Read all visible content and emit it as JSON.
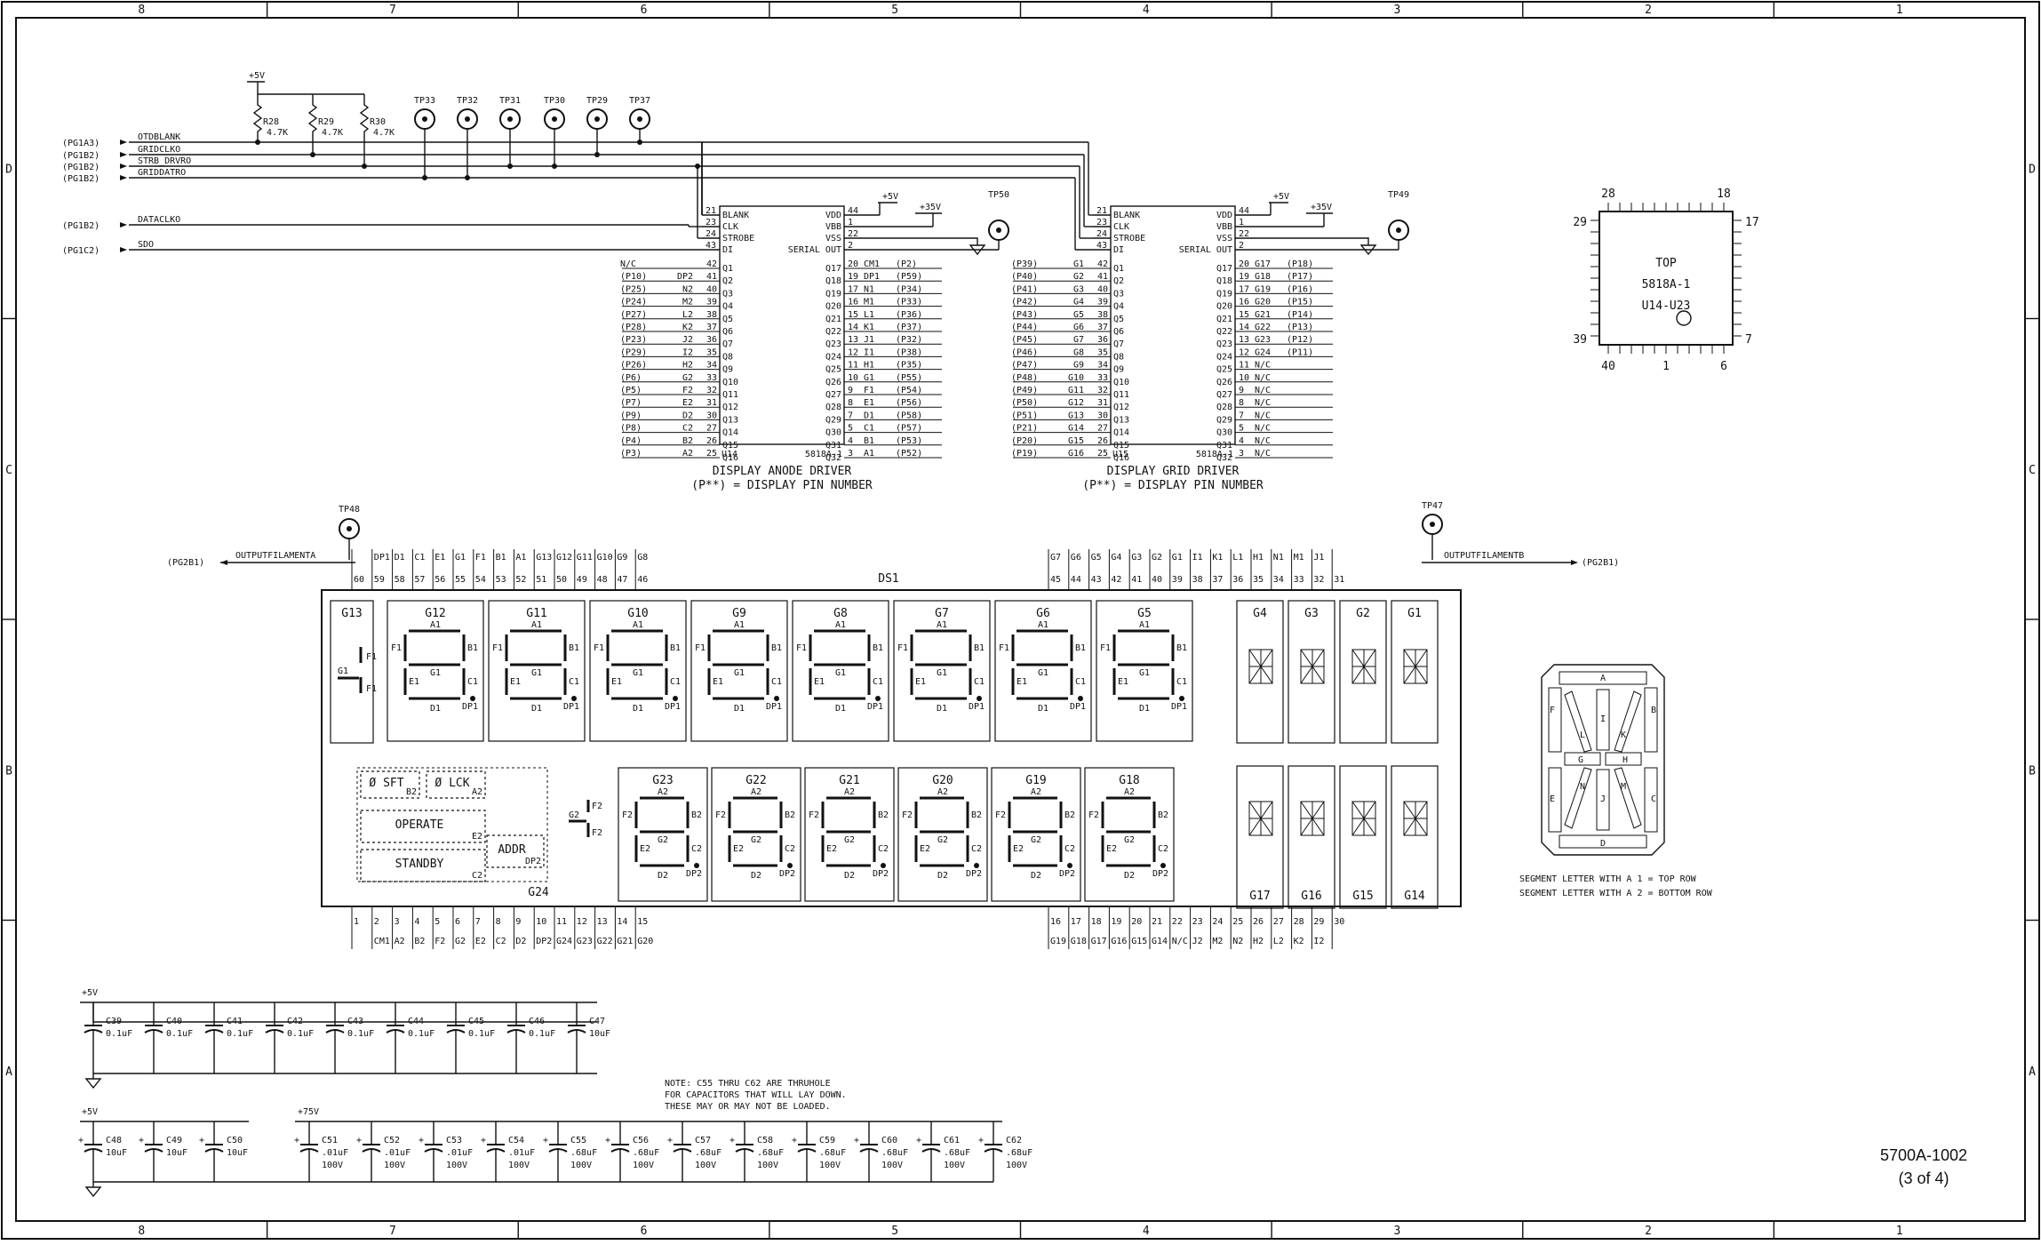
{
  "frame": {
    "cols": [
      "8",
      "7",
      "6",
      "5",
      "4",
      "3",
      "2",
      "1"
    ],
    "rows": [
      "D",
      "C",
      "B",
      "A"
    ]
  },
  "inputs": {
    "labels": [
      "(PG1A3)",
      "(PG1B2)",
      "(PG1B2)",
      "(PG1B2)",
      "(PG1B2)",
      "(PG1C2)"
    ],
    "signals": [
      "OTDBLANK",
      "GRIDCLKO",
      "STRB_DRVRO",
      "GRIDDATRO",
      "DATACLKO",
      "SDO"
    ]
  },
  "power": {
    "p5": "+5V",
    "p35": "+35V",
    "p75": "+75V"
  },
  "resistors": [
    {
      "ref": "R28",
      "val": "4.7K"
    },
    {
      "ref": "R29",
      "val": "4.7K"
    },
    {
      "ref": "R30",
      "val": "4.7K"
    }
  ],
  "testpoints": {
    "top": [
      "TP33",
      "TP32",
      "TP31",
      "TP30",
      "TP29",
      "TP37"
    ],
    "u14": "TP50",
    "u15": "TP49",
    "left": "TP48",
    "right": "TP47"
  },
  "u14": {
    "ref": "U14",
    "part": "5818A-1",
    "title": "DISPLAY ANODE DRIVER",
    "note": "(P**) = DISPLAY PIN NUMBER",
    "ctrl": [
      {
        "n": "21",
        "name": "BLANK"
      },
      {
        "n": "23",
        "name": "CLK"
      },
      {
        "n": "24",
        "name": "STROBE"
      },
      {
        "n": "43",
        "name": "DI"
      }
    ],
    "power": [
      {
        "name": "VDD",
        "n": "44"
      },
      {
        "name": "VBB",
        "n": "1"
      },
      {
        "name": "VSS",
        "n": "22"
      },
      {
        "name": "SERIAL OUT",
        "n": "2"
      }
    ],
    "left": [
      {
        "p": "N/C",
        "s": "",
        "n": "42",
        "q": "Q1"
      },
      {
        "p": "(P10)",
        "s": "DP2",
        "n": "41",
        "q": "Q2"
      },
      {
        "p": "(P25)",
        "s": "N2",
        "n": "40",
        "q": "Q3"
      },
      {
        "p": "(P24)",
        "s": "M2",
        "n": "39",
        "q": "Q4"
      },
      {
        "p": "(P27)",
        "s": "L2",
        "n": "38",
        "q": "Q5"
      },
      {
        "p": "(P28)",
        "s": "K2",
        "n": "37",
        "q": "Q6"
      },
      {
        "p": "(P23)",
        "s": "J2",
        "n": "36",
        "q": "Q7"
      },
      {
        "p": "(P29)",
        "s": "I2",
        "n": "35",
        "q": "Q8"
      },
      {
        "p": "(P26)",
        "s": "H2",
        "n": "34",
        "q": "Q9"
      },
      {
        "p": "(P6)",
        "s": "G2",
        "n": "33",
        "q": "Q10"
      },
      {
        "p": "(P5)",
        "s": "F2",
        "n": "32",
        "q": "Q11"
      },
      {
        "p": "(P7)",
        "s": "E2",
        "n": "31",
        "q": "Q12"
      },
      {
        "p": "(P9)",
        "s": "D2",
        "n": "30",
        "q": "Q13"
      },
      {
        "p": "(P8)",
        "s": "C2",
        "n": "27",
        "q": "Q14"
      },
      {
        "p": "(P4)",
        "s": "B2",
        "n": "26",
        "q": "Q15"
      },
      {
        "p": "(P3)",
        "s": "A2",
        "n": "25",
        "q": "Q16"
      }
    ],
    "right": [
      {
        "q": "Q17",
        "n": "20",
        "s": "CM1",
        "p": "(P2)"
      },
      {
        "q": "Q18",
        "n": "19",
        "s": "DP1",
        "p": "(P59)"
      },
      {
        "q": "Q19",
        "n": "17",
        "s": "N1",
        "p": "(P34)"
      },
      {
        "q": "Q20",
        "n": "16",
        "s": "M1",
        "p": "(P33)"
      },
      {
        "q": "Q21",
        "n": "15",
        "s": "L1",
        "p": "(P36)"
      },
      {
        "q": "Q22",
        "n": "14",
        "s": "K1",
        "p": "(P37)"
      },
      {
        "q": "Q23",
        "n": "13",
        "s": "J1",
        "p": "(P32)"
      },
      {
        "q": "Q24",
        "n": "12",
        "s": "I1",
        "p": "(P38)"
      },
      {
        "q": "Q25",
        "n": "11",
        "s": "H1",
        "p": "(P35)"
      },
      {
        "q": "Q26",
        "n": "10",
        "s": "G1",
        "p": "(P55)"
      },
      {
        "q": "Q27",
        "n": "9",
        "s": "F1",
        "p": "(P54)"
      },
      {
        "q": "Q28",
        "n": "8",
        "s": "E1",
        "p": "(P56)"
      },
      {
        "q": "Q29",
        "n": "7",
        "s": "D1",
        "p": "(P58)"
      },
      {
        "q": "Q30",
        "n": "5",
        "s": "C1",
        "p": "(P57)"
      },
      {
        "q": "Q31",
        "n": "4",
        "s": "B1",
        "p": "(P53)"
      },
      {
        "q": "Q32",
        "n": "3",
        "s": "A1",
        "p": "(P52)"
      }
    ]
  },
  "u15": {
    "ref": "U15",
    "part": "5818A-1",
    "title": "DISPLAY GRID DRIVER",
    "note": "(P**) = DISPLAY PIN NUMBER",
    "ctrl": [
      {
        "n": "21",
        "name": "BLANK"
      },
      {
        "n": "23",
        "name": "CLK"
      },
      {
        "n": "24",
        "name": "STROBE"
      },
      {
        "n": "43",
        "name": "DI"
      }
    ],
    "power": [
      {
        "name": "VDD",
        "n": "44"
      },
      {
        "name": "VBB",
        "n": "1"
      },
      {
        "name": "VSS",
        "n": "22"
      },
      {
        "name": "SERIAL OUT",
        "n": "2"
      }
    ],
    "left": [
      {
        "p": "(P39)",
        "s": "G1",
        "n": "42",
        "q": "Q1"
      },
      {
        "p": "(P40)",
        "s": "G2",
        "n": "41",
        "q": "Q2"
      },
      {
        "p": "(P41)",
        "s": "G3",
        "n": "40",
        "q": "Q3"
      },
      {
        "p": "(P42)",
        "s": "G4",
        "n": "39",
        "q": "Q4"
      },
      {
        "p": "(P43)",
        "s": "G5",
        "n": "38",
        "q": "Q5"
      },
      {
        "p": "(P44)",
        "s": "G6",
        "n": "37",
        "q": "Q6"
      },
      {
        "p": "(P45)",
        "s": "G7",
        "n": "36",
        "q": "Q7"
      },
      {
        "p": "(P46)",
        "s": "G8",
        "n": "35",
        "q": "Q8"
      },
      {
        "p": "(P47)",
        "s": "G9",
        "n": "34",
        "q": "Q9"
      },
      {
        "p": "(P48)",
        "s": "G10",
        "n": "33",
        "q": "Q10"
      },
      {
        "p": "(P49)",
        "s": "G11",
        "n": "32",
        "q": "Q11"
      },
      {
        "p": "(P50)",
        "s": "G12",
        "n": "31",
        "q": "Q12"
      },
      {
        "p": "(P51)",
        "s": "G13",
        "n": "30",
        "q": "Q13"
      },
      {
        "p": "(P21)",
        "s": "G14",
        "n": "27",
        "q": "Q14"
      },
      {
        "p": "(P20)",
        "s": "G15",
        "n": "26",
        "q": "Q15"
      },
      {
        "p": "(P19)",
        "s": "G16",
        "n": "25",
        "q": "Q16"
      }
    ],
    "right": [
      {
        "q": "Q17",
        "n": "20",
        "s": "G17",
        "p": "(P18)"
      },
      {
        "q": "Q18",
        "n": "19",
        "s": "G18",
        "p": "(P17)"
      },
      {
        "q": "Q19",
        "n": "17",
        "s": "G19",
        "p": "(P16)"
      },
      {
        "q": "Q20",
        "n": "16",
        "s": "G20",
        "p": "(P15)"
      },
      {
        "q": "Q21",
        "n": "15",
        "s": "G21",
        "p": "(P14)"
      },
      {
        "q": "Q22",
        "n": "14",
        "s": "G22",
        "p": "(P13)"
      },
      {
        "q": "Q23",
        "n": "13",
        "s": "G23",
        "p": "(P12)"
      },
      {
        "q": "Q24",
        "n": "12",
        "s": "G24",
        "p": "(P11)"
      },
      {
        "q": "Q25",
        "n": "11",
        "s": "N/C",
        "p": ""
      },
      {
        "q": "Q26",
        "n": "10",
        "s": "N/C",
        "p": ""
      },
      {
        "q": "Q27",
        "n": "9",
        "s": "N/C",
        "p": ""
      },
      {
        "q": "Q28",
        "n": "8",
        "s": "N/C",
        "p": ""
      },
      {
        "q": "Q29",
        "n": "7",
        "s": "N/C",
        "p": ""
      },
      {
        "q": "Q30",
        "n": "5",
        "s": "N/C",
        "p": ""
      },
      {
        "q": "Q31",
        "n": "4",
        "s": "N/C",
        "p": ""
      },
      {
        "q": "Q32",
        "n": "3",
        "s": "N/C",
        "p": ""
      }
    ]
  },
  "pkg": {
    "top": "TOP",
    "part": "5818A-1",
    "range": "U14-U23",
    "pins": [
      "28",
      "18",
      "29",
      "17",
      "39",
      "7",
      "40",
      "1",
      "6"
    ]
  },
  "ds1": {
    "ref": "DS1",
    "filaA": "OUTPUTFILAMENTA",
    "filaB": "OUTPUTFILAMENTB",
    "filaSrc": "(PG2B1)",
    "topPinsL": [
      {
        "sig": "",
        "n": "60"
      },
      {
        "sig": "DP1",
        "n": "59"
      },
      {
        "sig": "D1",
        "n": "58"
      },
      {
        "sig": "C1",
        "n": "57"
      },
      {
        "sig": "E1",
        "n": "56"
      },
      {
        "sig": "G1",
        "n": "55"
      },
      {
        "sig": "F1",
        "n": "54"
      },
      {
        "sig": "B1",
        "n": "53"
      },
      {
        "sig": "A1",
        "n": "52"
      },
      {
        "sig": "G13",
        "n": "51"
      },
      {
        "sig": "G12",
        "n": "50"
      },
      {
        "sig": "G11",
        "n": "49"
      },
      {
        "sig": "G10",
        "n": "48"
      },
      {
        "sig": "G9",
        "n": "47"
      },
      {
        "sig": "G8",
        "n": "46"
      }
    ],
    "topPinsR": [
      {
        "sig": "G7",
        "n": "45"
      },
      {
        "sig": "G6",
        "n": "44"
      },
      {
        "sig": "G5",
        "n": "43"
      },
      {
        "sig": "G4",
        "n": "42"
      },
      {
        "sig": "G3",
        "n": "41"
      },
      {
        "sig": "G2",
        "n": "40"
      },
      {
        "sig": "G1",
        "n": "39"
      },
      {
        "sig": "I1",
        "n": "38"
      },
      {
        "sig": "K1",
        "n": "37"
      },
      {
        "sig": "L1",
        "n": "36"
      },
      {
        "sig": "H1",
        "n": "35"
      },
      {
        "sig": "N1",
        "n": "34"
      },
      {
        "sig": "M1",
        "n": "33"
      },
      {
        "sig": "J1",
        "n": "32"
      },
      {
        "sig": "",
        "n": "31"
      }
    ],
    "botPinsL": [
      {
        "n": "1",
        "sig": ""
      },
      {
        "n": "2",
        "sig": "CM1"
      },
      {
        "n": "3",
        "sig": "A2"
      },
      {
        "n": "4",
        "sig": "B2"
      },
      {
        "n": "5",
        "sig": "F2"
      },
      {
        "n": "6",
        "sig": "G2"
      },
      {
        "n": "7",
        "sig": "E2"
      },
      {
        "n": "8",
        "sig": "C2"
      },
      {
        "n": "9",
        "sig": "D2"
      },
      {
        "n": "10",
        "sig": "DP2"
      },
      {
        "n": "11",
        "sig": "G24"
      },
      {
        "n": "12",
        "sig": "G23"
      },
      {
        "n": "13",
        "sig": "G22"
      },
      {
        "n": "14",
        "sig": "G21"
      },
      {
        "n": "15",
        "sig": "G20"
      }
    ],
    "botPinsR": [
      {
        "n": "16",
        "sig": "G19"
      },
      {
        "n": "17",
        "sig": "G18"
      },
      {
        "n": "18",
        "sig": "G17"
      },
      {
        "n": "19",
        "sig": "G16"
      },
      {
        "n": "20",
        "sig": "G15"
      },
      {
        "n": "21",
        "sig": "G14"
      },
      {
        "n": "22",
        "sig": "N/C"
      },
      {
        "n": "23",
        "sig": "J2"
      },
      {
        "n": "24",
        "sig": "M2"
      },
      {
        "n": "25",
        "sig": "N2"
      },
      {
        "n": "26",
        "sig": "H2"
      },
      {
        "n": "27",
        "sig": "L2"
      },
      {
        "n": "28",
        "sig": "K2"
      },
      {
        "n": "29",
        "sig": "I2"
      },
      {
        "n": "30",
        "sig": ""
      }
    ],
    "topGrids": [
      "G13",
      "G12",
      "G11",
      "G10",
      "G9",
      "G8",
      "G7",
      "G6",
      "G5"
    ],
    "topAlpha": [
      "G4",
      "G3",
      "G2",
      "G1"
    ],
    "botGrids": [
      "G23",
      "G22",
      "G21",
      "G20",
      "G19",
      "G18"
    ],
    "botAlpha": [
      "G17",
      "G16",
      "G15",
      "G14"
    ],
    "seg1": {
      "a": "A1",
      "b": "B1",
      "c": "C1",
      "d": "D1",
      "e": "E1",
      "f": "F1",
      "g": "G1",
      "dp": "DP1"
    },
    "seg2": {
      "a": "A2",
      "b": "B2",
      "c": "C2",
      "d": "D2",
      "e": "E2",
      "f": "F2",
      "g": "G2",
      "dp": "DP2"
    },
    "annun": {
      "sft": "Ø SFT",
      "sftSeg": "B2",
      "lck": "Ø LCK",
      "lckSeg": "A2",
      "operate": "OPERATE",
      "operateSeg": "E2",
      "standby": "STANDBY",
      "standbySeg": "C2",
      "addr": "ADDR",
      "addrSeg": "DP2",
      "grid": "G24"
    }
  },
  "legend": {
    "segs": [
      "A",
      "B",
      "C",
      "D",
      "E",
      "F",
      "G",
      "H",
      "I",
      "J",
      "K",
      "L",
      "M",
      "N"
    ],
    "line1": "SEGMENT LETTER WITH A 1 = TOP ROW",
    "line2": "SEGMENT LETTER WITH A 2 = BOTTOM ROW"
  },
  "caps1": [
    {
      "ref": "C39",
      "val": "0.1uF"
    },
    {
      "ref": "C40",
      "val": "0.1uF"
    },
    {
      "ref": "C41",
      "val": "0.1uF"
    },
    {
      "ref": "C42",
      "val": "0.1uF"
    },
    {
      "ref": "C43",
      "val": "0.1uF"
    },
    {
      "ref": "C44",
      "val": "0.1uF"
    },
    {
      "ref": "C45",
      "val": "0.1uF"
    },
    {
      "ref": "C46",
      "val": "0.1uF"
    },
    {
      "ref": "C47",
      "val": "10uF"
    }
  ],
  "caps2a": [
    {
      "ref": "C48",
      "val": "10uF",
      "v": ""
    },
    {
      "ref": "C49",
      "val": "10uF",
      "v": ""
    },
    {
      "ref": "C50",
      "val": "10uF",
      "v": ""
    }
  ],
  "caps2b": [
    {
      "ref": "C51",
      "val": ".01uF",
      "v": "100V"
    },
    {
      "ref": "C52",
      "val": ".01uF",
      "v": "100V"
    },
    {
      "ref": "C53",
      "val": ".01uF",
      "v": "100V"
    },
    {
      "ref": "C54",
      "val": ".01uF",
      "v": "100V"
    },
    {
      "ref": "C55",
      "val": ".68uF",
      "v": "100V"
    },
    {
      "ref": "C56",
      "val": ".68uF",
      "v": "100V"
    },
    {
      "ref": "C57",
      "val": ".68uF",
      "v": "100V"
    },
    {
      "ref": "C58",
      "val": ".68uF",
      "v": "100V"
    },
    {
      "ref": "C59",
      "val": ".68uF",
      "v": "100V"
    },
    {
      "ref": "C60",
      "val": ".68uF",
      "v": "100V"
    },
    {
      "ref": "C61",
      "val": ".68uF",
      "v": "100V"
    },
    {
      "ref": "C62",
      "val": ".68uF",
      "v": "100V"
    }
  ],
  "note": [
    "NOTE: C55 THRU C62 ARE THRUHOLE",
    "FOR CAPACITORS THAT WILL LAY DOWN.",
    "THESE MAY OR MAY NOT BE LOADED."
  ],
  "drawing": {
    "number": "5700A-1002",
    "sheet": "(3 of 4)"
  }
}
